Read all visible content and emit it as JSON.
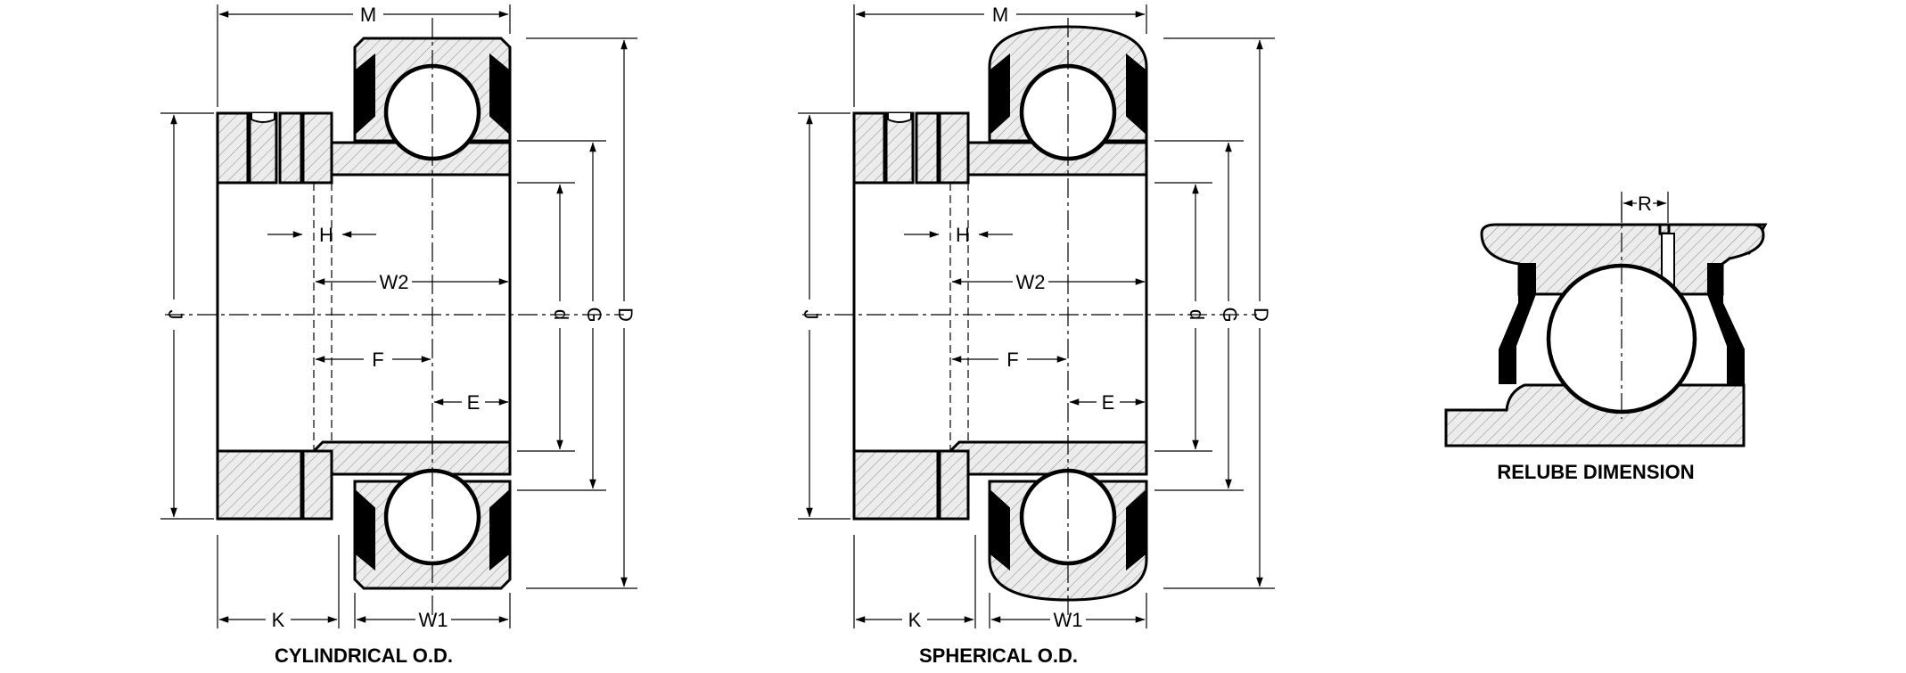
{
  "figures": [
    {
      "caption": "CYLINDRICAL O.D.",
      "labels": {
        "M": "M",
        "H": "H",
        "W2": "W2",
        "F": "F",
        "E": "E",
        "J": "J",
        "d": "d",
        "G": "G",
        "D": "D",
        "K": "K",
        "W1": "W1"
      }
    },
    {
      "caption": "SPHERICAL O.D.",
      "labels": {
        "M": "M",
        "H": "H",
        "W2": "W2",
        "F": "F",
        "E": "E",
        "J": "J",
        "d": "d",
        "G": "G",
        "D": "D",
        "K": "K",
        "W1": "W1"
      }
    },
    {
      "caption": "RELUBE DIMENSION",
      "labels": {
        "R": "R"
      }
    }
  ]
}
